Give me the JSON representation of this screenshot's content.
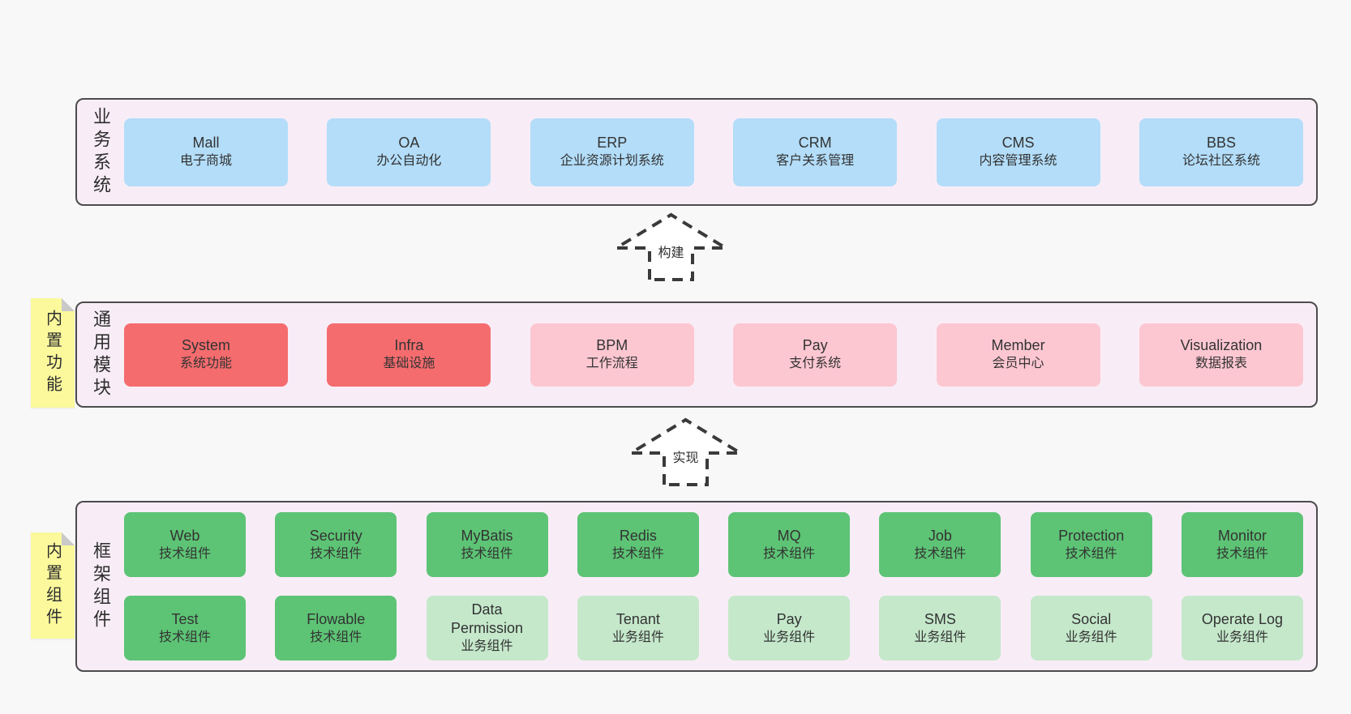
{
  "colors": {
    "page_bg": "#f8f8f8",
    "band_bg": "#f8edf7",
    "band_border": "#4c4c4c",
    "blue": "#b3ddf9",
    "red": "#f56c6e",
    "pink": "#fdc7d2",
    "green": "#5dc475",
    "light_green": "#c5e8cb",
    "sticky_yellow": "#fbf99c",
    "sticky_fold": "#c9c9c9",
    "text": "#333333"
  },
  "arrows": [
    {
      "name": "build",
      "label": "构建"
    },
    {
      "name": "implement",
      "label": "实现"
    }
  ],
  "bands": [
    {
      "name": "business-systems",
      "label": "业务系统",
      "sticky": null,
      "rows": [
        [
          {
            "title": "Mall",
            "subtitle": "电子商城",
            "variant": "blue"
          },
          {
            "title": "OA",
            "subtitle": "办公自动化",
            "variant": "blue"
          },
          {
            "title": "ERP",
            "subtitle": "企业资源计划系统",
            "variant": "blue"
          },
          {
            "title": "CRM",
            "subtitle": "客户关系管理",
            "variant": "blue"
          },
          {
            "title": "CMS",
            "subtitle": "内容管理系统",
            "variant": "blue"
          },
          {
            "title": "BBS",
            "subtitle": "论坛社区系统",
            "variant": "blue"
          }
        ]
      ]
    },
    {
      "name": "common-modules",
      "label": "通用模块",
      "sticky": "内置功能",
      "rows": [
        [
          {
            "title": "System",
            "subtitle": "系统功能",
            "variant": "red"
          },
          {
            "title": "Infra",
            "subtitle": "基础设施",
            "variant": "red"
          },
          {
            "title": "BPM",
            "subtitle": "工作流程",
            "variant": "pink"
          },
          {
            "title": "Pay",
            "subtitle": "支付系统",
            "variant": "pink"
          },
          {
            "title": "Member",
            "subtitle": "会员中心",
            "variant": "pink"
          },
          {
            "title": "Visualization",
            "subtitle": "数据报表",
            "variant": "pink"
          }
        ]
      ]
    },
    {
      "name": "framework-components",
      "label": "框架组件",
      "sticky": "内置组件",
      "rows": [
        [
          {
            "title": "Web",
            "subtitle": "技术组件",
            "variant": "green"
          },
          {
            "title": "Security",
            "subtitle": "技术组件",
            "variant": "green"
          },
          {
            "title": "MyBatis",
            "subtitle": "技术组件",
            "variant": "green"
          },
          {
            "title": "Redis",
            "subtitle": "技术组件",
            "variant": "green"
          },
          {
            "title": "MQ",
            "subtitle": "技术组件",
            "variant": "green"
          },
          {
            "title": "Job",
            "subtitle": "技术组件",
            "variant": "green"
          },
          {
            "title": "Protection",
            "subtitle": "技术组件",
            "variant": "green"
          },
          {
            "title": "Monitor",
            "subtitle": "技术组件",
            "variant": "green"
          }
        ],
        [
          {
            "title": "Test",
            "subtitle": "技术组件",
            "variant": "green"
          },
          {
            "title": "Flowable",
            "subtitle": "技术组件",
            "variant": "green"
          },
          {
            "title": "Data\nPermission",
            "subtitle": "业务组件",
            "variant": "light-green"
          },
          {
            "title": "Tenant",
            "subtitle": "业务组件",
            "variant": "light-green"
          },
          {
            "title": "Pay",
            "subtitle": "业务组件",
            "variant": "light-green"
          },
          {
            "title": "SMS",
            "subtitle": "业务组件",
            "variant": "light-green"
          },
          {
            "title": "Social",
            "subtitle": "业务组件",
            "variant": "light-green"
          },
          {
            "title": "Operate Log",
            "subtitle": "业务组件",
            "variant": "light-green"
          }
        ]
      ]
    }
  ]
}
